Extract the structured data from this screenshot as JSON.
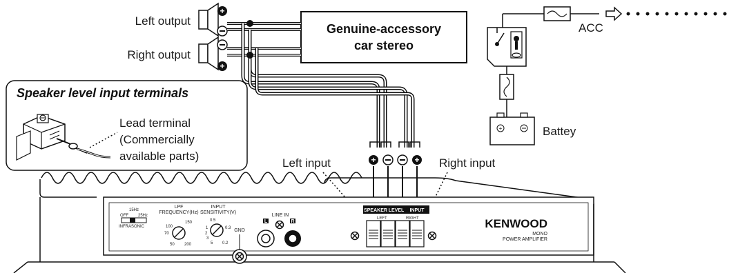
{
  "speakers": {
    "left_output_label": "Left output",
    "right_output_label": "Right output"
  },
  "stereo": {
    "line1": "Genuine-accessory",
    "line2": "car stereo"
  },
  "ignition": {
    "acc_label": "ACC"
  },
  "battery": {
    "label": "Battey"
  },
  "inset": {
    "title": "Speaker level input terminals",
    "lead_line1": "Lead terminal",
    "lead_line2": "(Commercially",
    "lead_line3": "available parts)"
  },
  "inputs": {
    "left_input_label": "Left input",
    "right_input_label": "Right input"
  },
  "panel": {
    "infrasonic_15": "15Hz",
    "infrasonic_off": "OFF",
    "infrasonic_25": "25Hz",
    "infrasonic_label": "INFRASONIC",
    "lpf_line1": "LPF",
    "lpf_line2": "FREQUENCY(Hz)",
    "lpf_100": "100",
    "lpf_150": "150",
    "lpf_70": "70",
    "lpf_50": "50",
    "lpf_200": "200",
    "sens_line1": "INPUT",
    "sens_line2": "SENSITIVITY(V)",
    "sens_05": "0.5",
    "sens_1": "1",
    "sens_03": "0.3",
    "sens_2": "2",
    "sens_3": "3",
    "sens_5": "5",
    "sens_02": "0.2",
    "gnd": "GND",
    "line_in": "LINE IN",
    "line_in_l": "L",
    "line_in_r": "R",
    "terminal_header": [
      "SPEAKER",
      "LEVEL",
      "INPUT"
    ],
    "terminal_left": "LEFT",
    "terminal_right": "RIGHT",
    "brand": "KENWOOD",
    "model_line1": "MONO",
    "model_line2": "POWER AMPLIFIER"
  }
}
